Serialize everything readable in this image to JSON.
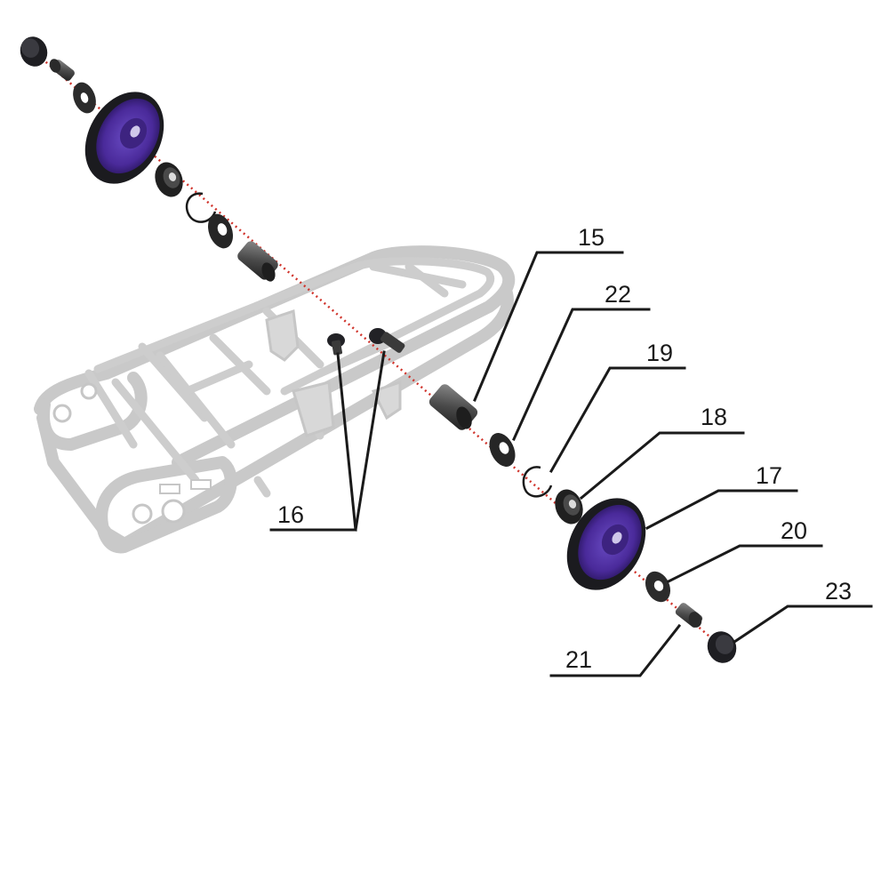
{
  "diagram": {
    "type": "exploded-parts-view",
    "colors": {
      "wheel_hub": "#4a2a9a",
      "wheel_tire": "#1b1b1f",
      "axis_line": "#d0342c",
      "frame": "#c4c4c4",
      "leader": "#1a1a1a"
    },
    "callouts": [
      {
        "id": "15",
        "label": "15"
      },
      {
        "id": "22",
        "label": "22"
      },
      {
        "id": "19",
        "label": "19"
      },
      {
        "id": "18",
        "label": "18"
      },
      {
        "id": "17",
        "label": "17"
      },
      {
        "id": "20",
        "label": "20"
      },
      {
        "id": "23",
        "label": "23"
      },
      {
        "id": "21",
        "label": "21"
      },
      {
        "id": "16",
        "label": "16"
      }
    ]
  }
}
